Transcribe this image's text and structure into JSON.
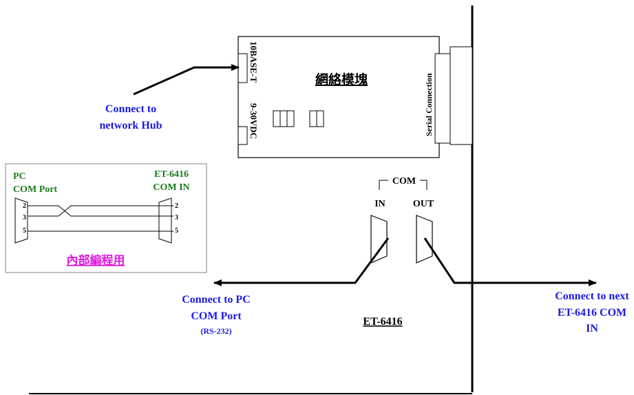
{
  "module": {
    "title": "網絡模塊",
    "port_label": "10BASE-T",
    "power_label": "9-30VDC",
    "serial_label": "Serial Connection"
  },
  "network_hub": {
    "line1": "Connect to",
    "line2": "network Hub"
  },
  "inset": {
    "left_line1": "PC",
    "left_line2": "COM Port",
    "right_line1": "ET-6416",
    "right_line2": "COM IN",
    "pins_left": [
      "2",
      "3",
      "5"
    ],
    "pins_right": [
      "2",
      "3",
      "5"
    ],
    "caption": "內部編程用"
  },
  "com": {
    "header": "COM",
    "in_label": "IN",
    "out_label": "OUT"
  },
  "pc_connection": {
    "line1": "Connect to PC",
    "line2": "COM Port",
    "line3": "(RS-232)"
  },
  "next_connection": {
    "line1": "Connect to next",
    "line2": "ET-6416 COM",
    "line3": "IN"
  },
  "device_label": "ET-6416",
  "colors": {
    "blue_text": "#1a1ae6",
    "green_text": "#1a7a1a",
    "magenta_text": "#e01ae0",
    "inset_border": "#808080",
    "line": "#000000"
  }
}
